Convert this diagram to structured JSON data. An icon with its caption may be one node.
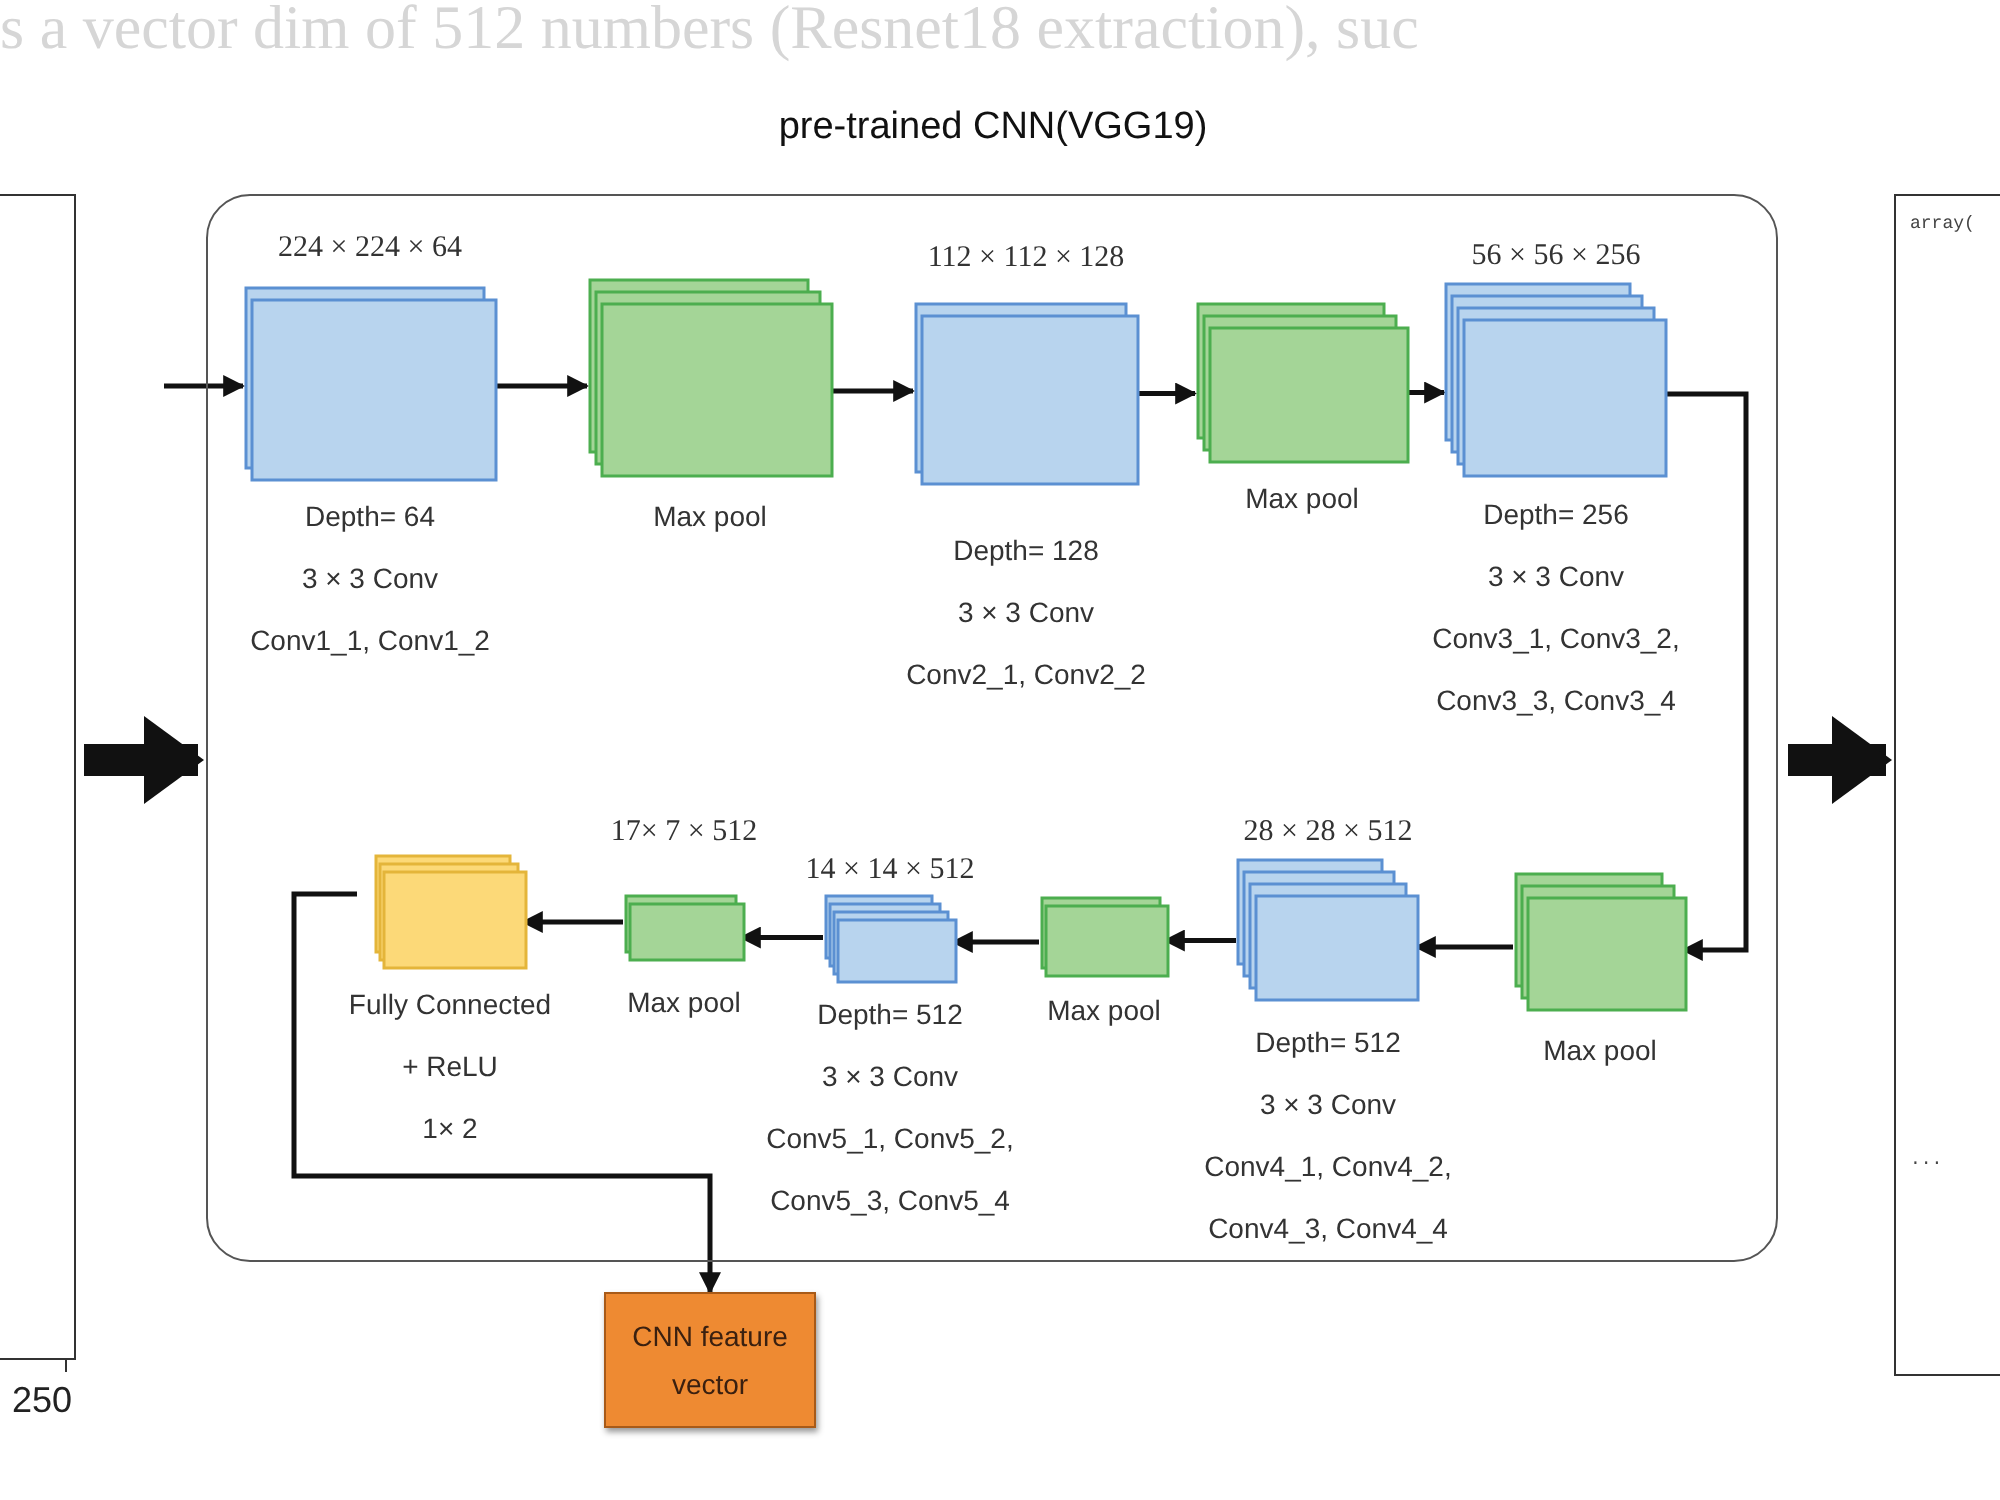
{
  "diagram": {
    "nodes": [
      {
        "text": [],
        "shape": "box",
        "beside": [
          "250"
        ]
      },
      {
        "text": [
          "pre-trained CNN(VGG19)"
        ]
      },
      {
        "text": [
          "224 × 224 × 64",
          "Depth= 64",
          "3 × 3 Conv",
          "Conv1_1, Conv1_2"
        ],
        "in": 1
      },
      {
        "text": [
          "Max pool"
        ],
        "in": 1
      },
      {
        "text": [
          "112 × 112 × 128",
          "Depth= 128",
          "3 × 3 Conv",
          "Conv2_1, Conv2_2"
        ],
        "in": 1
      },
      {
        "text": [
          "Max pool"
        ],
        "in": 1
      },
      {
        "text": [
          "56 × 56 × 256",
          "Depth= 256",
          "3 × 3 Conv",
          "Conv3_1, Conv3_2, Conv3_3, Conv3_4"
        ],
        "in": 1
      },
      {
        "text": [
          "Max pool"
        ],
        "in": 1
      },
      {
        "text": [
          "28 × 28 × 512",
          "Depth= 512",
          "3 × 3 Conv",
          "Conv4_1, Conv4_2, Conv4_3, Conv4_4"
        ],
        "in": 1
      },
      {
        "text": [
          "Max pool"
        ],
        "in": 1
      },
      {
        "text": [
          "14 × 14 × 512",
          "Depth= 512",
          "3 × 3 Conv",
          "Conv5_1, Conv5_2, Conv5_3, Conv5_4"
        ],
        "in": 1
      },
      {
        "text": [
          "17× 7 × 512",
          "Max pool"
        ],
        "in": 1
      },
      {
        "text": [
          "Fully Connected + ReLU",
          "1× 2"
        ],
        "in": 1
      },
      {
        "text": [
          "CNN feature vector"
        ]
      },
      {
        "text": [
          "array(",
          "..."
        ]
      }
    ],
    "edges": [
      {
        "from": 0,
        "to": 1,
        "arrow": "to",
        "style": "thick"
      },
      {
        "from": null,
        "to": 2,
        "arrow": "to"
      },
      {
        "from": 2,
        "to": 3,
        "arrow": "to"
      },
      {
        "from": 3,
        "to": 4,
        "arrow": "to"
      },
      {
        "from": 4,
        "to": 5,
        "arrow": "to"
      },
      {
        "from": 5,
        "to": 6,
        "arrow": "to"
      },
      {
        "from": 6,
        "to": 7,
        "arrow": "to"
      },
      {
        "from": 7,
        "to": 8,
        "arrow": "to"
      },
      {
        "from": 8,
        "to": 9,
        "arrow": "to"
      },
      {
        "from": 9,
        "to": 10,
        "arrow": "to"
      },
      {
        "from": 10,
        "to": 11,
        "arrow": "to"
      },
      {
        "from": 11,
        "to": 12,
        "arrow": "to"
      },
      {
        "from": 12,
        "to": 13,
        "arrow": "to"
      },
      {
        "from": 1,
        "to": 14,
        "arrow": "to",
        "style": "thick"
      }
    ],
    "labels": [
      "s a vector dim of 512 numbers (Resnet18 extraction), suc"
    ]
  }
}
